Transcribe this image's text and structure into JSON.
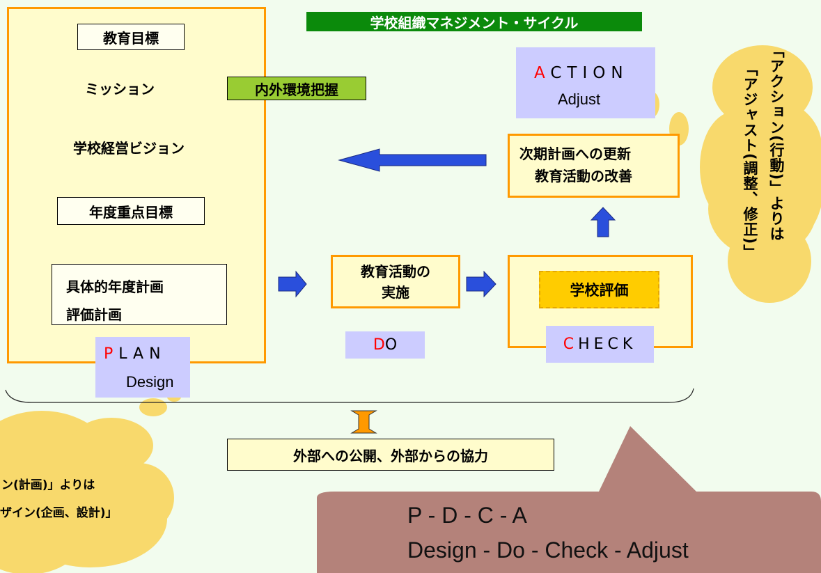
{
  "title": "学校組織マネジメント・サイクル",
  "plan": {
    "goal": "教育目標",
    "mission": "ミッション",
    "env": "内外環境把握",
    "vision": "学校経営ビジョン",
    "annual": "年度重点目標",
    "concrete_line1": "具体的年度計画",
    "concrete_line2": "評価計画",
    "phase_initial": "P",
    "phase_rest": "LAN",
    "phase_sub": "Design"
  },
  "do": {
    "box_line1": "教育活動の",
    "box_line2": "実施",
    "phase_initial": "D",
    "phase_rest": "O"
  },
  "check": {
    "eval": "学校評価",
    "phase_initial": "C",
    "phase_rest": "HECK"
  },
  "action": {
    "phase_initial": "A",
    "phase_rest": "CTION",
    "phase_sub": "Adjust",
    "box_line1": "次期計画への更新",
    "box_line2": "教育活動の改善"
  },
  "public": "外部への公開、外部からの協力",
  "pdca_line1": "P - D - C - A",
  "pdca_line2": "Design - Do - Check - Adjust",
  "note_left_line1": "ン(計画)」よりは",
  "note_left_line2": "ザイン(企画、設計)」",
  "note_right_line1": "「アクション(行動)」よりは",
  "note_right_line2": "「アジャスト(調整、修正)」",
  "colors": {
    "background": "#f2fcee",
    "title_bg": "#0b8a0b",
    "orange": "#ff9900",
    "phase_bg": "#ccccff",
    "arrow_blue": "#2a4fdc",
    "cloud_yellow": "#f8d96c",
    "callout": "#b4827a"
  }
}
